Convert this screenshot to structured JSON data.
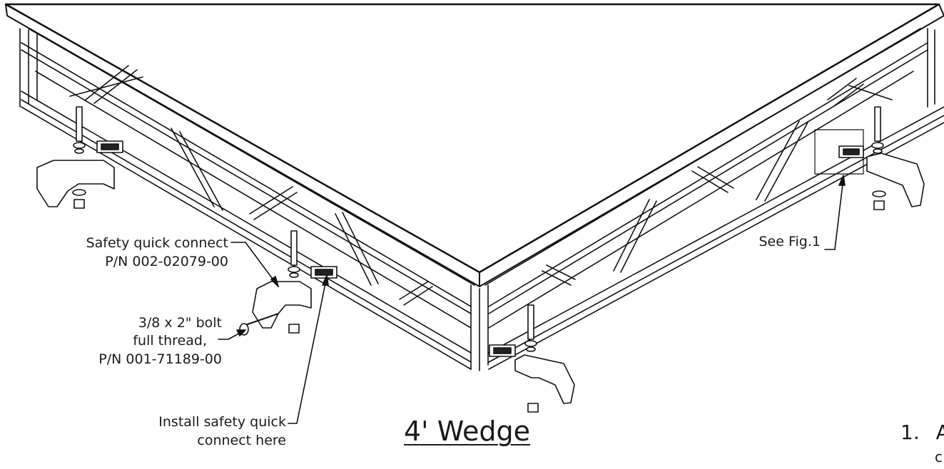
{
  "title": "4' Wedge",
  "labels": {
    "safety_connect_name": "Safety quick connect",
    "safety_connect_pn": "P/N 002-02079-00",
    "bolt_size": "3/8 x 2\" bolt",
    "bolt_thread": "full thread,",
    "bolt_pn": "P/N 001-71189-00",
    "install_line1": "Install safety quick",
    "install_line2": "connect here",
    "see_fig": "See Fig.1"
  },
  "note": {
    "number": "1.",
    "text_line1": "A",
    "text_line2": "c"
  }
}
